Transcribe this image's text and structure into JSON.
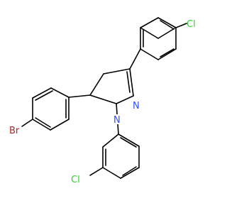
{
  "structure": {
    "atoms": [
      {
        "id": "cl_top",
        "label": "Cl",
        "color": "#33cc33"
      },
      {
        "id": "br",
        "label": "Br",
        "color": "#a62929"
      },
      {
        "id": "n_upper",
        "label": "N",
        "color": "#3050f8"
      },
      {
        "id": "n_lower",
        "label": "N",
        "color": "#3050f8"
      },
      {
        "id": "cl_bottom",
        "label": "Cl",
        "color": "#33cc33"
      }
    ],
    "bond_color": "#000000"
  }
}
